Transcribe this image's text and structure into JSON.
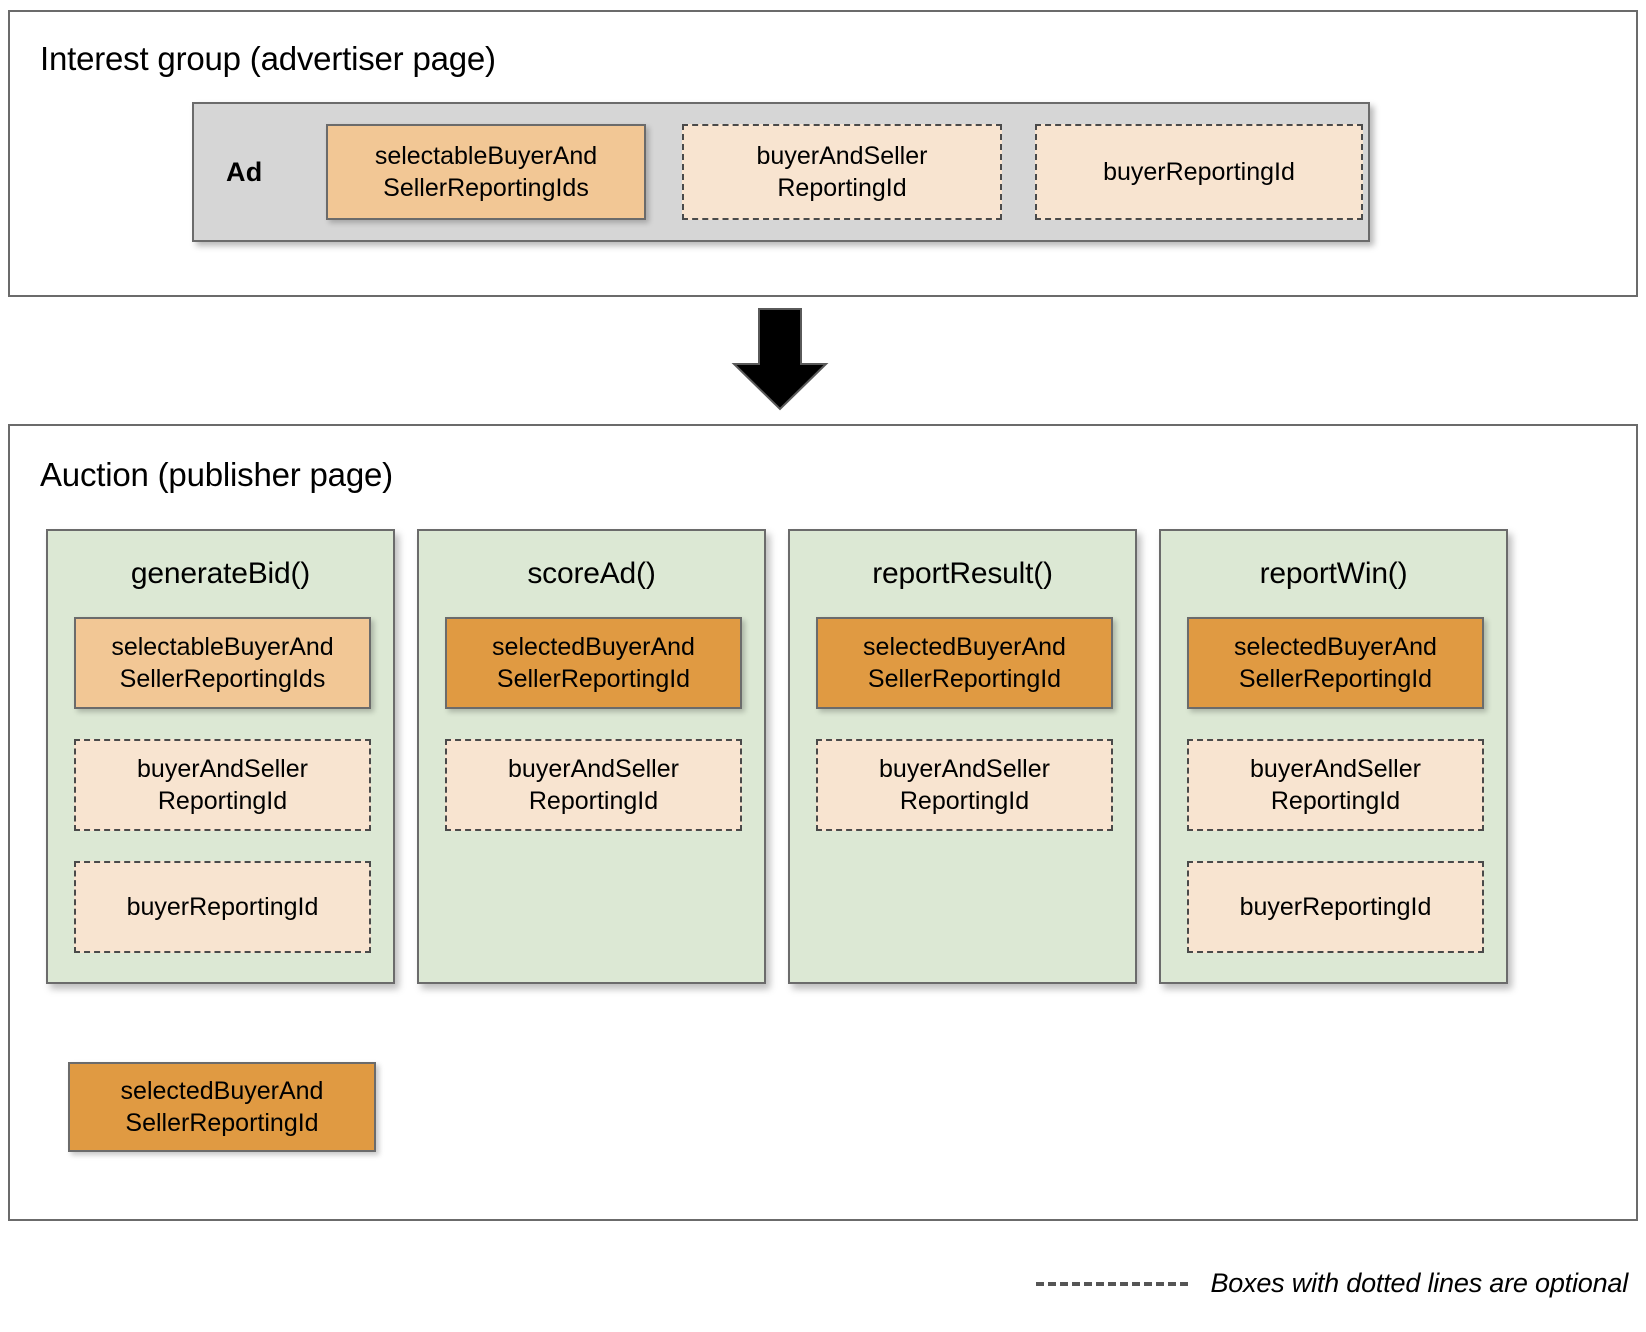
{
  "sections": {
    "interest_group": {
      "title": "Interest group (advertiser page)",
      "ad_label": "Ad",
      "chips": [
        {
          "text": "selectableBuyerAnd SellerReportingIds",
          "line1": "selectableBuyerAnd",
          "line2": "SellerReportingIds",
          "style": "solid-mid"
        },
        {
          "text": "buyerAndSeller ReportingId",
          "line1": "buyerAndSeller",
          "line2": "ReportingId",
          "style": "dashed"
        },
        {
          "text": "buyerReportingId",
          "line1": "buyerReportingId",
          "line2": "",
          "style": "dashed"
        }
      ]
    },
    "auction": {
      "title": "Auction (publisher page)",
      "columns": [
        {
          "name": "generateBid()",
          "slots": [
            {
              "line1": "selectableBuyerAnd",
              "line2": "SellerReportingIds",
              "style": "solid-mid"
            },
            {
              "line1": "buyerAndSeller",
              "line2": "ReportingId",
              "style": "dashed"
            },
            {
              "line1": "buyerReportingId",
              "line2": "",
              "style": "dashed"
            }
          ]
        },
        {
          "name": "scoreAd()",
          "slots": [
            {
              "line1": "selectedBuyerAnd",
              "line2": "SellerReportingId",
              "style": "solid-dark"
            },
            {
              "line1": "buyerAndSeller",
              "line2": "ReportingId",
              "style": "dashed"
            }
          ]
        },
        {
          "name": "reportResult()",
          "slots": [
            {
              "line1": "selectedBuyerAnd",
              "line2": "SellerReportingId",
              "style": "solid-dark"
            },
            {
              "line1": "buyerAndSeller",
              "line2": "ReportingId",
              "style": "dashed"
            }
          ]
        },
        {
          "name": "reportWin()",
          "slots": [
            {
              "line1": "selectedBuyerAnd",
              "line2": "SellerReportingId",
              "style": "solid-dark"
            },
            {
              "line1": "buyerAndSeller",
              "line2": "ReportingId",
              "style": "dashed"
            },
            {
              "line1": "buyerReportingId",
              "line2": "",
              "style": "dashed"
            }
          ]
        }
      ],
      "result_box": {
        "line1": "selectedBuyerAnd",
        "line2": "SellerReportingId"
      }
    }
  },
  "legend": {
    "text": "Boxes with dotted lines are optional"
  },
  "colors": {
    "frame_border": "#6b6b6b",
    "ad_container_bg": "#d6d6d6",
    "chip_mid_orange": "#f2c795",
    "chip_dark_orange": "#e09a42",
    "chip_pale_peach": "#f8e4d0",
    "column_green": "#dce8d4",
    "connector": "#5a5a5a",
    "big_arrow": "#000000"
  }
}
